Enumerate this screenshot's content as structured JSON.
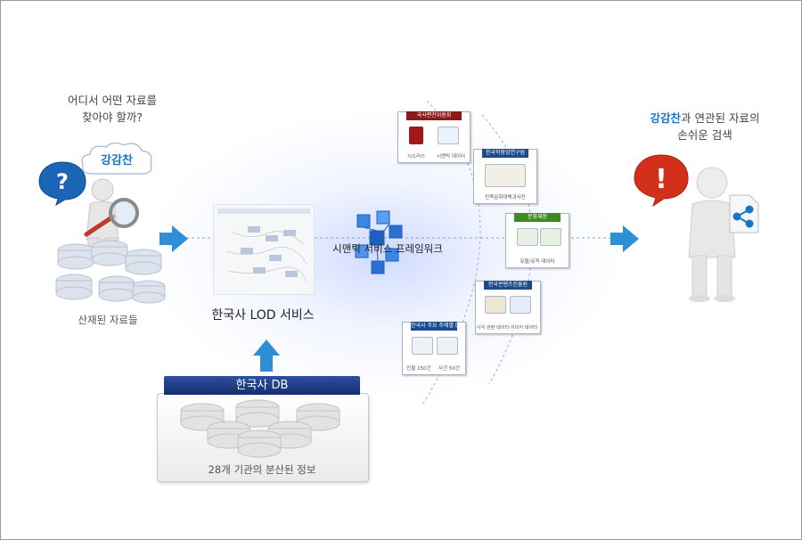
{
  "left": {
    "question_line1": "어디서 어떤 자료를",
    "question_line2": "찾아야 할까?",
    "bubble": "강감찬",
    "caption": "산재된 자료들"
  },
  "center": {
    "service_title": "한국사 LOD 서비스",
    "framework_label": "시맨틱 서비스 프레임워크"
  },
  "db": {
    "title": "한국사 DB",
    "caption": "28개 기관의 분산된 정보"
  },
  "right": {
    "keyword": "강감찬",
    "line1_rest": "과 연관된 자료의",
    "line2": "손쉬운 검색"
  },
  "cards": [
    {
      "header": "국사편찬위원회",
      "captions": [
        "시소러스",
        "시맨틱 데이터"
      ],
      "header_color": "#8a1a1a"
    },
    {
      "header": "한국학중앙연구원",
      "captions": [
        "민족문화대백과사전"
      ],
      "header_color": "#1c4a8a"
    },
    {
      "header": "문화재청",
      "captions": [
        "유물/유적 데이터"
      ],
      "header_color": "#3f8a1e"
    },
    {
      "header": "한국콘텐츠진흥원",
      "captions": [
        "사극 관련 데이터",
        "이미지 데이터"
      ],
      "header_color": "#1c4a8a"
    },
    {
      "header": "한국사 주요 주제별 DB",
      "captions": [
        "인물 150건",
        "사건 50건"
      ],
      "header_color": "#1c4a8a"
    }
  ],
  "colors": {
    "accent_blue": "#1a74c7",
    "arrow_blue": "#2f8fd6",
    "alert_red": "#d3301c",
    "db_header": "#1e3d86"
  },
  "icons": [
    "question-bubble-icon",
    "cloud-bubble-icon",
    "magnifier-icon",
    "database-icon",
    "arrow-right-icon",
    "arrow-up-icon",
    "semantic-cube-icon",
    "alert-bubble-icon",
    "share-document-icon"
  ]
}
